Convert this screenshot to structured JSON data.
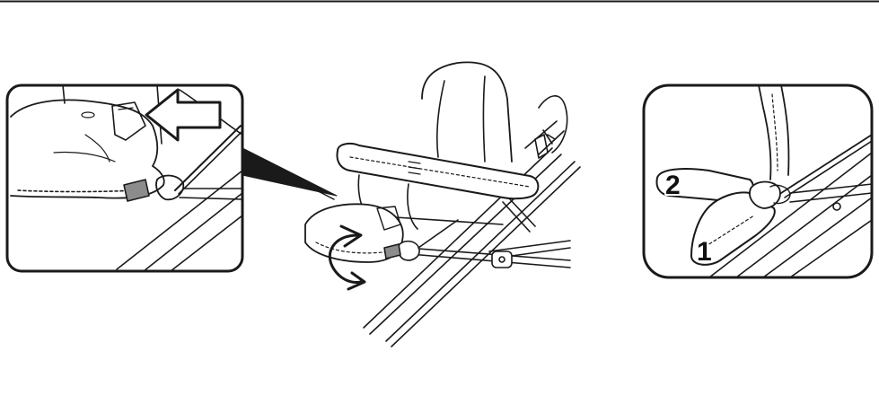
{
  "diagram": {
    "colors": {
      "line": "#1a1a1a",
      "background": "#ffffff",
      "button_fill": "#8c8c8c"
    },
    "right_inset": {
      "step_1": "1",
      "step_2": "2"
    },
    "icons": {
      "push_arrow": "hollow-left-arrow",
      "rotate_arrow": "double-curved-arrow"
    }
  }
}
